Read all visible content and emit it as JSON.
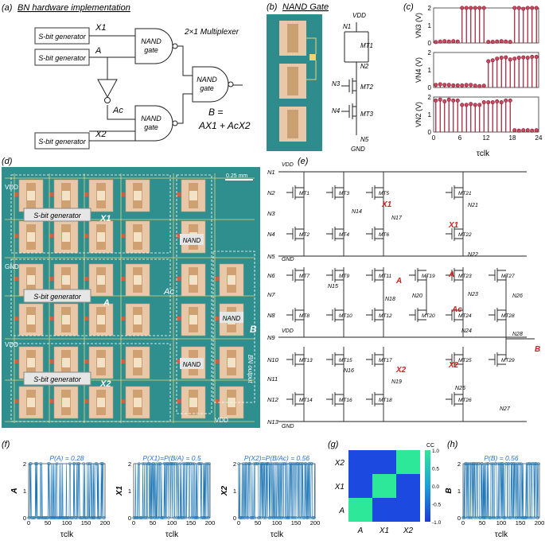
{
  "panel_labels": {
    "a": "(a)",
    "b": "(b)",
    "c": "(c)",
    "d": "(d)",
    "e": "(e)",
    "f": "(f)",
    "g": "(g)",
    "h": "(h)"
  },
  "panel_a": {
    "title": "BN hardware implementation",
    "generator": "S-bit generator",
    "nand": [
      "NAND",
      "gate"
    ],
    "mux_label": "2×1 Multiplexer",
    "x1": "X1",
    "a": "A",
    "ac": "Ac",
    "x2": "X2",
    "equation_line1": "B =",
    "equation_line2": "AX1 + AcX2"
  },
  "panel_b": {
    "title": "NAND Gate",
    "nodes": [
      "VDD",
      "N1",
      "N2",
      "N3",
      "N4",
      "N5",
      "GND"
    ],
    "transistors": [
      "MT1",
      "MT2",
      "MT3"
    ]
  },
  "panel_c": {
    "xlabel": "τclk",
    "xticks": [
      "0",
      "6",
      "12",
      "18",
      "24"
    ]
  },
  "panel_d": {
    "scale": "0.25 mm",
    "vdd": "VDD",
    "gnd": "GND",
    "generator": "S-bit generator",
    "x1": "X1",
    "a": "A",
    "ac": "Ac",
    "x2": "X2",
    "nand": "NAND",
    "b": "B",
    "bn_output": "BN output"
  },
  "panel_e": {
    "nodes_left": [
      "N1",
      "N2",
      "N3",
      "N4",
      "N5",
      "N6",
      "N7",
      "N8",
      "N9",
      "N10",
      "N11",
      "N12",
      "N13"
    ],
    "vdd": "VDD",
    "gnd": "GND",
    "signals": {
      "x1": "X1",
      "a": "A",
      "ac": "Ac",
      "x2": "X2",
      "b": "B"
    }
  },
  "panel_f": {
    "titles": [
      "P(A) = 0.28",
      "P(X1)=P(B/A) = 0.5",
      "P(X2)=P(B/Ac) = 0.56"
    ],
    "ylabels": [
      "A",
      "X1",
      "X2"
    ],
    "xlabel": "τclk",
    "xticks": [
      "0",
      "50",
      "100",
      "150",
      "200"
    ],
    "yticks": [
      "0",
      "1",
      "2"
    ]
  },
  "panel_g": {
    "rows": [
      "X2",
      "X1",
      "A"
    ],
    "cols": [
      "A",
      "X1",
      "X2"
    ],
    "cb_label": "CC",
    "cb_ticks": [
      "1.0",
      "0.5",
      "0.0",
      "-0.5",
      "-1.0"
    ]
  },
  "panel_h": {
    "title": "P(B) = 0.56",
    "ylabel": "B",
    "xlabel": "τclk",
    "xticks": [
      "0",
      "50",
      "100",
      "150",
      "200"
    ],
    "yticks": [
      "0",
      "1",
      "2"
    ]
  },
  "chart_data": [
    {
      "type": "line",
      "title": "",
      "xlabel": "τclk",
      "ylabel": "VN3 (V)",
      "xlim": [
        0,
        24
      ],
      "ylim": [
        0,
        2
      ],
      "series": [
        {
          "values": [
            0.05,
            0.08,
            0.1,
            0.08,
            0.1,
            0.08,
            2.0,
            2.0,
            2.0,
            2.0,
            2.0,
            2.0,
            0.06,
            0.06,
            0.08,
            0.1,
            0.08,
            0.06,
            2.0,
            2.0,
            1.95,
            2.0,
            2.0,
            2.0
          ]
        }
      ]
    },
    {
      "type": "line",
      "title": "",
      "xlabel": "τclk",
      "ylabel": "VN4 (V)",
      "xlim": [
        0,
        24
      ],
      "ylim": [
        0,
        2
      ],
      "series": [
        {
          "values": [
            0.15,
            0.18,
            0.15,
            0.15,
            0.12,
            0.12,
            0.12,
            0.14,
            0.15,
            0.1,
            0.08,
            0.1,
            1.5,
            1.55,
            1.65,
            1.7,
            1.72,
            1.6,
            1.65,
            1.7,
            1.72,
            1.7,
            1.75,
            1.75
          ]
        }
      ]
    },
    {
      "type": "line",
      "title": "",
      "xlabel": "τclk",
      "ylabel": "VN2 (V)",
      "xlim": [
        0,
        24
      ],
      "ylim": [
        0,
        2
      ],
      "series": [
        {
          "values": [
            1.8,
            1.85,
            1.75,
            1.85,
            1.8,
            1.8,
            1.55,
            1.55,
            1.6,
            1.55,
            1.55,
            1.7,
            1.7,
            1.7,
            1.75,
            1.7,
            1.8,
            1.8,
            0.1,
            0.08,
            0.1,
            0.1,
            0.08,
            0.1
          ]
        }
      ]
    },
    {
      "type": "heatmap",
      "title": "",
      "rows": [
        "X2",
        "X1",
        "A"
      ],
      "cols": [
        "A",
        "X1",
        "X2"
      ],
      "values": [
        [
          -1.0,
          -1.0,
          1.0
        ],
        [
          -1.0,
          1.0,
          -1.0
        ],
        [
          1.0,
          -1.0,
          -1.0
        ]
      ],
      "zlim": [
        -1.0,
        1.0
      ]
    }
  ]
}
